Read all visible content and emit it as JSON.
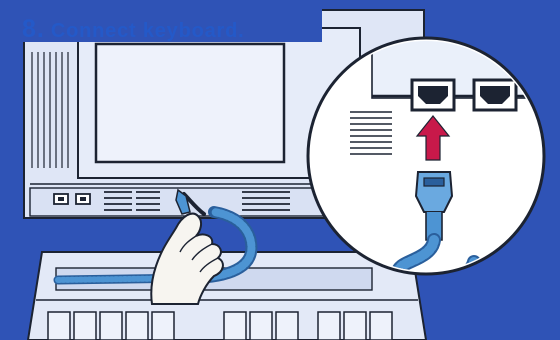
{
  "instruction": {
    "step_number": "8.",
    "text": "Connect keyboard."
  },
  "illustration": {
    "subject": "keyboard-cable-connection",
    "colors": {
      "background": "#2f53b6",
      "line_art": "#dde5f6",
      "ink": "#1c2332",
      "cable": "#3f86c8",
      "arrow": "#c8194a",
      "caption_text": "#2459c8"
    }
  }
}
